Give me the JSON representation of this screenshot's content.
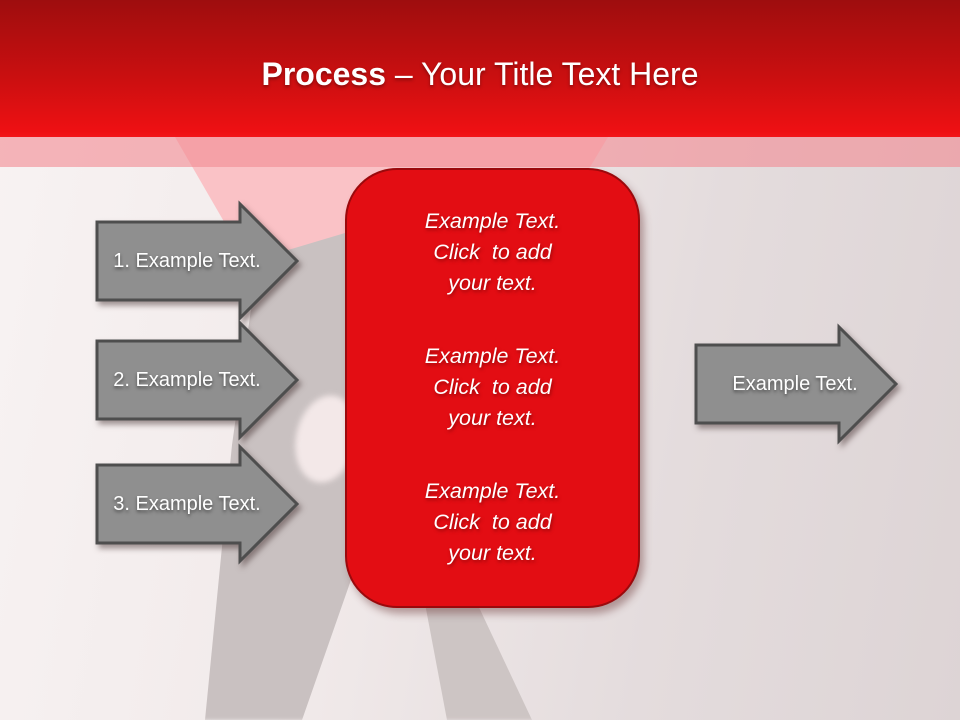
{
  "slide": {
    "header": {
      "title_bold": "Process",
      "title_rest": " – Your Title Text Here"
    },
    "left_arrows": [
      {
        "label": "1. Example Text."
      },
      {
        "label": "2. Example Text."
      },
      {
        "label": "3. Example Text."
      }
    ],
    "center_box": {
      "paragraphs": [
        {
          "line1": "Example Text.",
          "line2": "Click  to add",
          "line3": "your text."
        },
        {
          "line1": "Example Text.",
          "line2": "Click  to add",
          "line3": "your text."
        },
        {
          "line1": "Example Text.",
          "line2": "Click  to add",
          "line3": "your text."
        }
      ]
    },
    "right_arrow": {
      "label": "Example Text."
    },
    "colors": {
      "header_red_top": "#9e0d0e",
      "header_red_bottom": "#ee1013",
      "accent_band_pink": "#f2b4b7",
      "box_red": "#e30d13",
      "box_border_red": "#9b090c",
      "arrow_gray": "#8f8f8f",
      "arrow_border_gray": "#4e4e4e",
      "background_pink_triangle": "#fac2c6",
      "background_silhouette_gray": "#c9c1c1"
    }
  }
}
